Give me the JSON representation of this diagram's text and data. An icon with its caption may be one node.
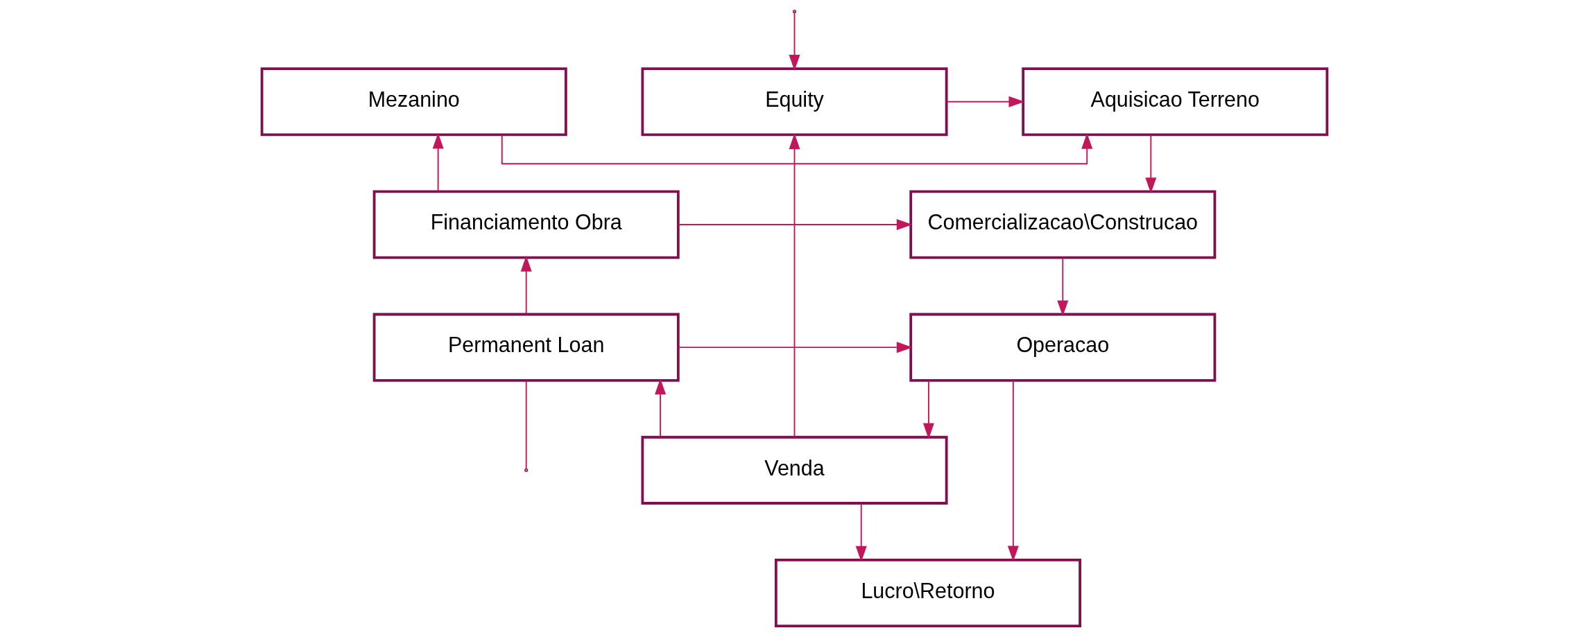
{
  "diagram": {
    "nodes": [
      {
        "text": [
          "Equity"
        ]
      },
      {
        "text": [
          "Aquisicao Terreno"
        ]
      },
      {
        "text": [
          "Mezanino"
        ]
      },
      {
        "text": [
          "Comercializacao\\Construcao"
        ]
      },
      {
        "text": [
          "Financiamento Obra"
        ]
      },
      {
        "text": [
          "Operacao"
        ]
      },
      {
        "text": [
          "Permanent Loan"
        ]
      },
      {
        "text": [
          "Lucro\\Retorno"
        ]
      },
      {
        "text": [
          "Venda"
        ]
      }
    ],
    "edges": [
      {
        "from": 0,
        "to": 1,
        "arrow": "to"
      },
      {
        "from": 2,
        "to": 1,
        "arrow": "to"
      },
      {
        "from": 1,
        "to": 3,
        "arrow": "to"
      },
      {
        "from": 4,
        "to": 3,
        "arrow": "to"
      },
      {
        "from": 4,
        "to": 2,
        "arrow": "to"
      },
      {
        "from": 3,
        "to": 5,
        "arrow": "to"
      },
      {
        "from": 6,
        "to": 5,
        "arrow": "to"
      },
      {
        "from": 6,
        "to": 4,
        "arrow": "to"
      },
      {
        "from": 5,
        "to": 7,
        "arrow": "to"
      },
      {
        "from": 5,
        "to": 8,
        "arrow": "to"
      },
      {
        "from": 8,
        "to": 7,
        "arrow": "to"
      },
      {
        "from": 8,
        "to": 0,
        "arrow": "to"
      },
      {
        "from": 8,
        "to": 6,
        "arrow": "to"
      },
      {
        "from": null,
        "to": 0,
        "arrow": "to"
      },
      {
        "from": 6,
        "to": null,
        "arrow": "none"
      }
    ]
  }
}
